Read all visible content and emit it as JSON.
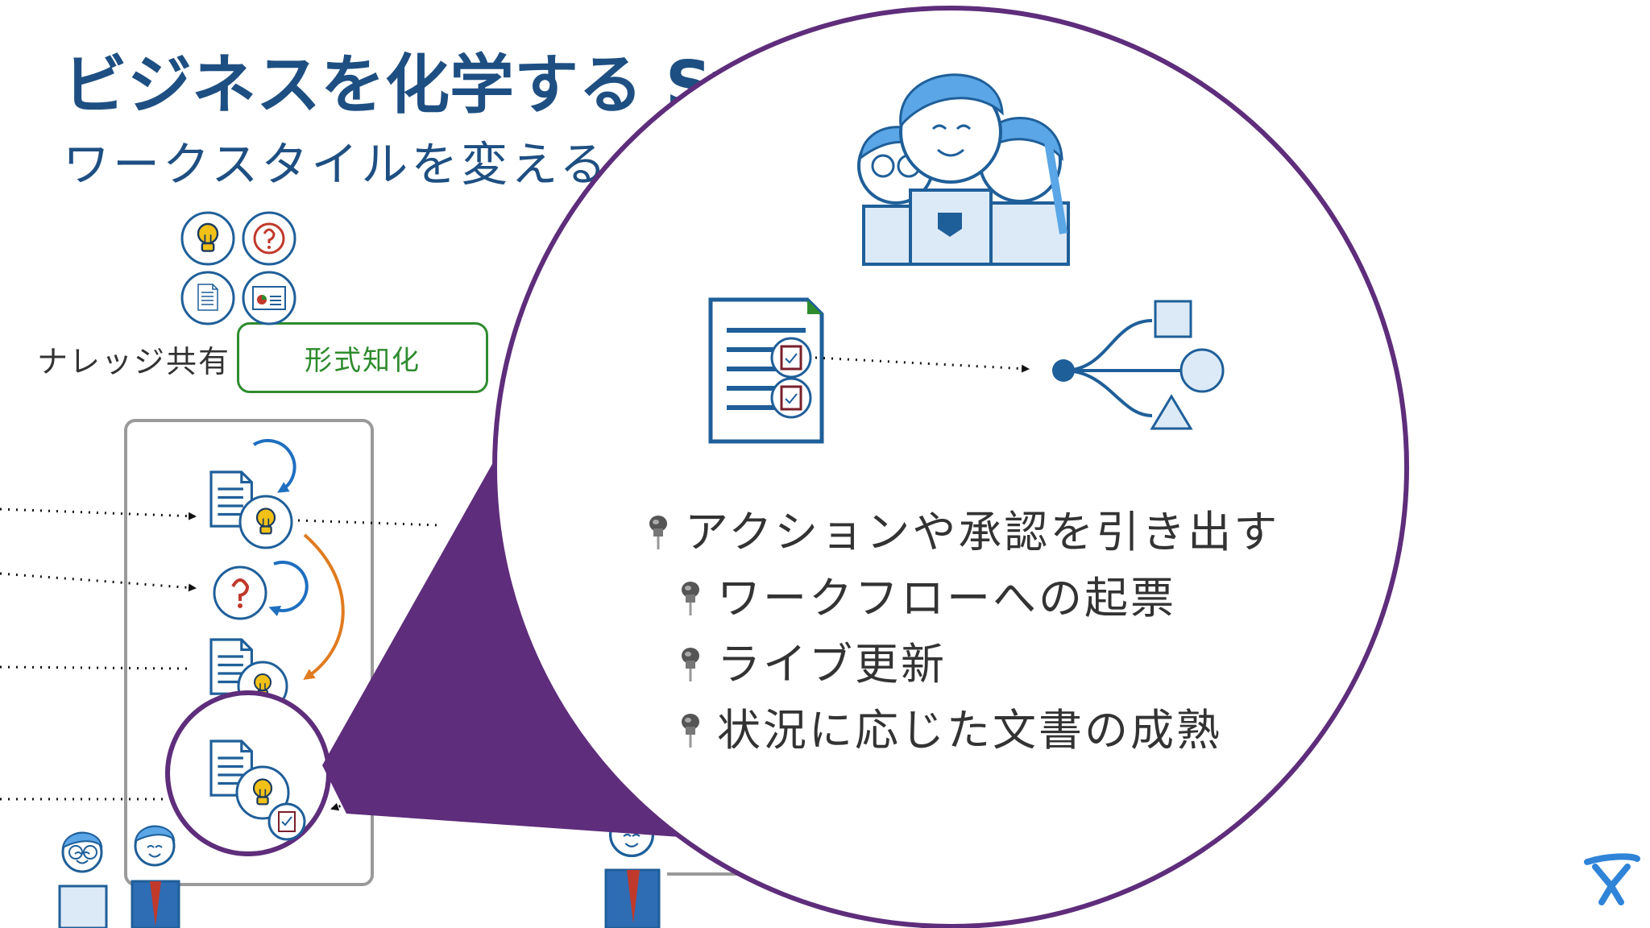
{
  "slide": {
    "title": "ビジネスを化学する Sy                          ement",
    "subtitle": "ワークスタイルを変える",
    "knowledge_label": "ナレッジ共有",
    "formalization_label": "形式知化"
  },
  "bullets": [
    {
      "text": "アクションや承認を引き出す",
      "level": 1
    },
    {
      "text": "ワークフローへの起票",
      "level": 2
    },
    {
      "text": "ライブ更新",
      "level": 2
    },
    {
      "text": "状況に応じた文書の成熟",
      "level": 2
    }
  ],
  "colors": {
    "title_blue": "#1e4f82",
    "icon_blue": "#1f5f99",
    "zoom_purple": "#5e2d7b",
    "green": "#2e8b2e",
    "orange": "#e07b20",
    "gray_box": "#9a9a9a",
    "bulb_yellow": "#f2c118",
    "question_red": "#c0392b",
    "logo_blue": "#2f84d8"
  },
  "icons": {
    "zoom_people": "team-people-icon",
    "zoom_document": "checklist-document-icon",
    "zoom_workflow": "workflow-branch-icon",
    "bullet": "pushpin-icon",
    "logo": "atlassian-logo-icon"
  }
}
